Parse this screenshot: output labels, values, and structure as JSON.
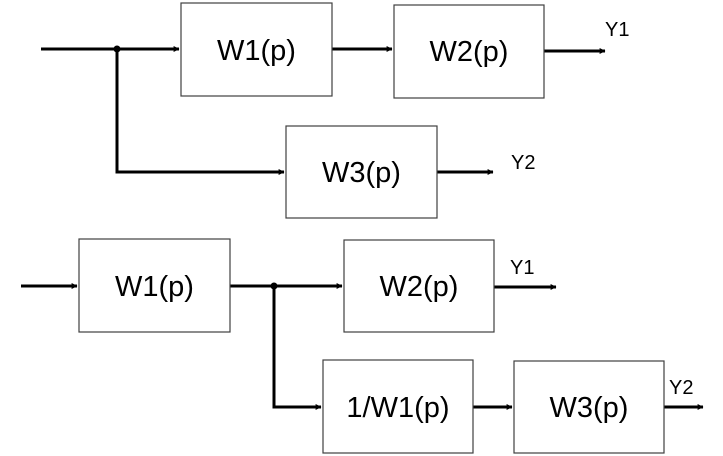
{
  "top_scheme": {
    "blocks": {
      "w1": "W1(p)",
      "w2": "W2(p)",
      "w3": "W3(p)"
    },
    "outputs": {
      "y1": "Y1",
      "y2": "Y2"
    }
  },
  "bottom_scheme": {
    "blocks": {
      "w1": "W1(p)",
      "w2": "W2(p)",
      "inverse_w1": "1/W1(p)",
      "w3": "W3(p)"
    },
    "outputs": {
      "y1": "Y1",
      "y2": "Y2"
    }
  },
  "colors": {
    "line": "#000000",
    "block_border": "#404040",
    "background": "#ffffff"
  }
}
